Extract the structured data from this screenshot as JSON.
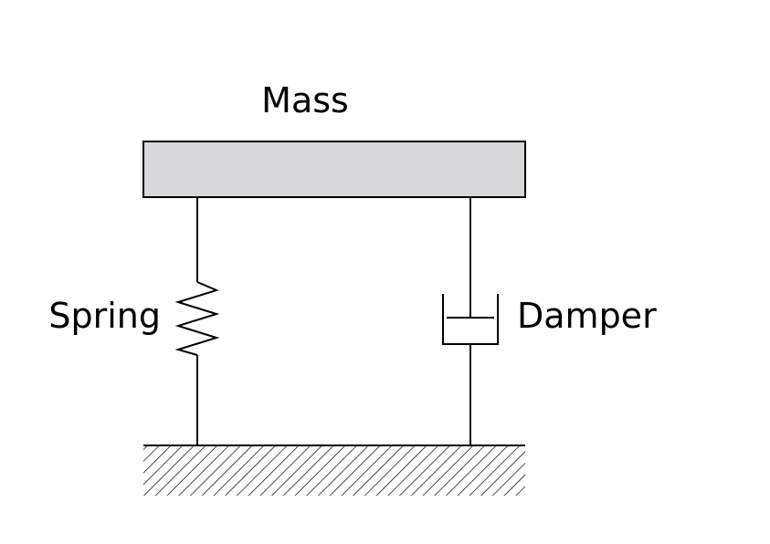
{
  "labels": {
    "mass": "Mass",
    "spring": "Spring",
    "damper": "Damper"
  },
  "colors": {
    "mass_fill": "#d9d9dc",
    "stroke": "#000000",
    "background": "#ffffff"
  }
}
